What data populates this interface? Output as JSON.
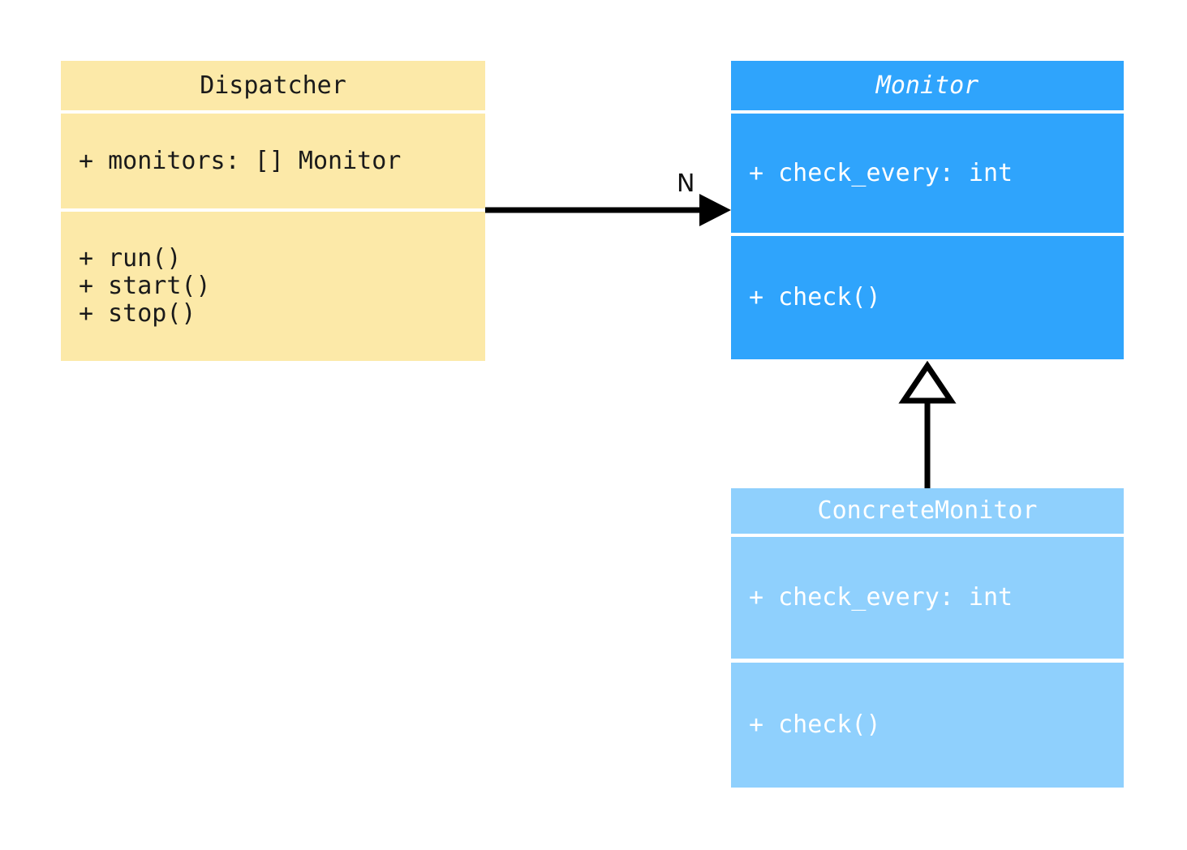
{
  "diagram": {
    "kind": "uml-class-diagram",
    "background_color": "#ffffff"
  },
  "classes": [
    {
      "id": "dispatcher",
      "name": "Dispatcher",
      "abstract": false,
      "fill_color": "#fce9a8",
      "text_color": "#1a1a1a",
      "attributes": [
        "+ monitors: [] Monitor"
      ],
      "methods": [
        "+ run()",
        "+ start()",
        "+ stop()"
      ]
    },
    {
      "id": "monitor",
      "name": "Monitor",
      "abstract": true,
      "fill_color": "#2fa4fc",
      "text_color": "#ffffff",
      "attributes": [
        "+ check_every: int"
      ],
      "methods": [
        "+ check()"
      ]
    },
    {
      "id": "concrete_monitor",
      "name": "ConcreteMonitor",
      "abstract": false,
      "fill_color": "#8fd0fd",
      "text_color": "#ffffff",
      "attributes": [
        "+ check_every: int"
      ],
      "methods": [
        "+ check()"
      ]
    }
  ],
  "relationships": [
    {
      "id": "dispatcher-to-monitor",
      "type": "association",
      "arrow_head": "solid-filled-arrow",
      "from": "Dispatcher",
      "to": "Monitor",
      "label": "N",
      "line_color": "#000000"
    },
    {
      "id": "concrete-to-monitor",
      "type": "generalization",
      "arrow_head": "hollow-triangle",
      "from": "ConcreteMonitor",
      "to": "Monitor",
      "label": "",
      "line_color": "#000000"
    }
  ]
}
